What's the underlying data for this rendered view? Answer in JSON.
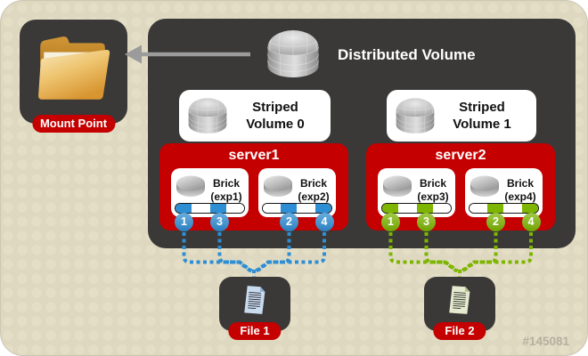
{
  "colors": {
    "red": "#c40000",
    "blue": "#2e8ed4",
    "green": "#7db500"
  },
  "watermark": "#145081",
  "mount_point": {
    "label": "Mount Point"
  },
  "distributed_volume": {
    "title": "Distributed Volume"
  },
  "striped_volumes": [
    {
      "line1": "Striped",
      "line2": "Volume 0"
    },
    {
      "line1": "Striped",
      "line2": "Volume 1"
    }
  ],
  "servers": [
    {
      "name": "server1",
      "accent": "#2e8ed4",
      "bricks": [
        {
          "title": "Brick",
          "subtitle": "(exp1)",
          "stripes": [
            1,
            3
          ],
          "circles": [
            "1",
            "3"
          ]
        },
        {
          "title": "Brick",
          "subtitle": "(exp2)",
          "stripes": [
            2,
            4
          ],
          "circles": [
            "2",
            "4"
          ]
        }
      ]
    },
    {
      "name": "server2",
      "accent": "#7db500",
      "bricks": [
        {
          "title": "Brick",
          "subtitle": "(exp3)",
          "stripes": [
            1,
            3
          ],
          "circles": [
            "1",
            "3"
          ]
        },
        {
          "title": "Brick",
          "subtitle": "(exp4)",
          "stripes": [
            2,
            4
          ],
          "circles": [
            "2",
            "4"
          ]
        }
      ]
    }
  ],
  "files": [
    {
      "label": "File 1"
    },
    {
      "label": "File 2"
    }
  ]
}
